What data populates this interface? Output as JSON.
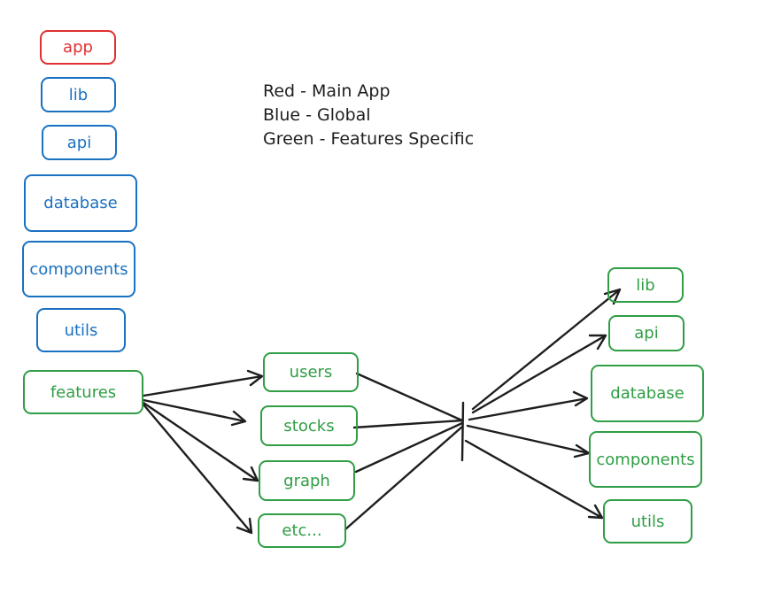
{
  "legend": {
    "line1": "Red - Main App",
    "line2": "Blue - Global",
    "line3": "Green - Features Specific"
  },
  "left_column": {
    "app": "app",
    "lib": "lib",
    "api": "api",
    "database": "database",
    "components": "components",
    "utils": "utils",
    "features": "features"
  },
  "features_list": {
    "users": "users",
    "stocks": "stocks",
    "graph": "graph",
    "etc": "etc..."
  },
  "feature_internals": {
    "lib": "lib",
    "api": "api",
    "database": "database",
    "components": "components",
    "utils": "utils"
  },
  "colors": {
    "main_app": "#e03131",
    "global": "#1971c2",
    "feature_specific": "#2f9e44",
    "arrow": "#1e1e1e"
  }
}
